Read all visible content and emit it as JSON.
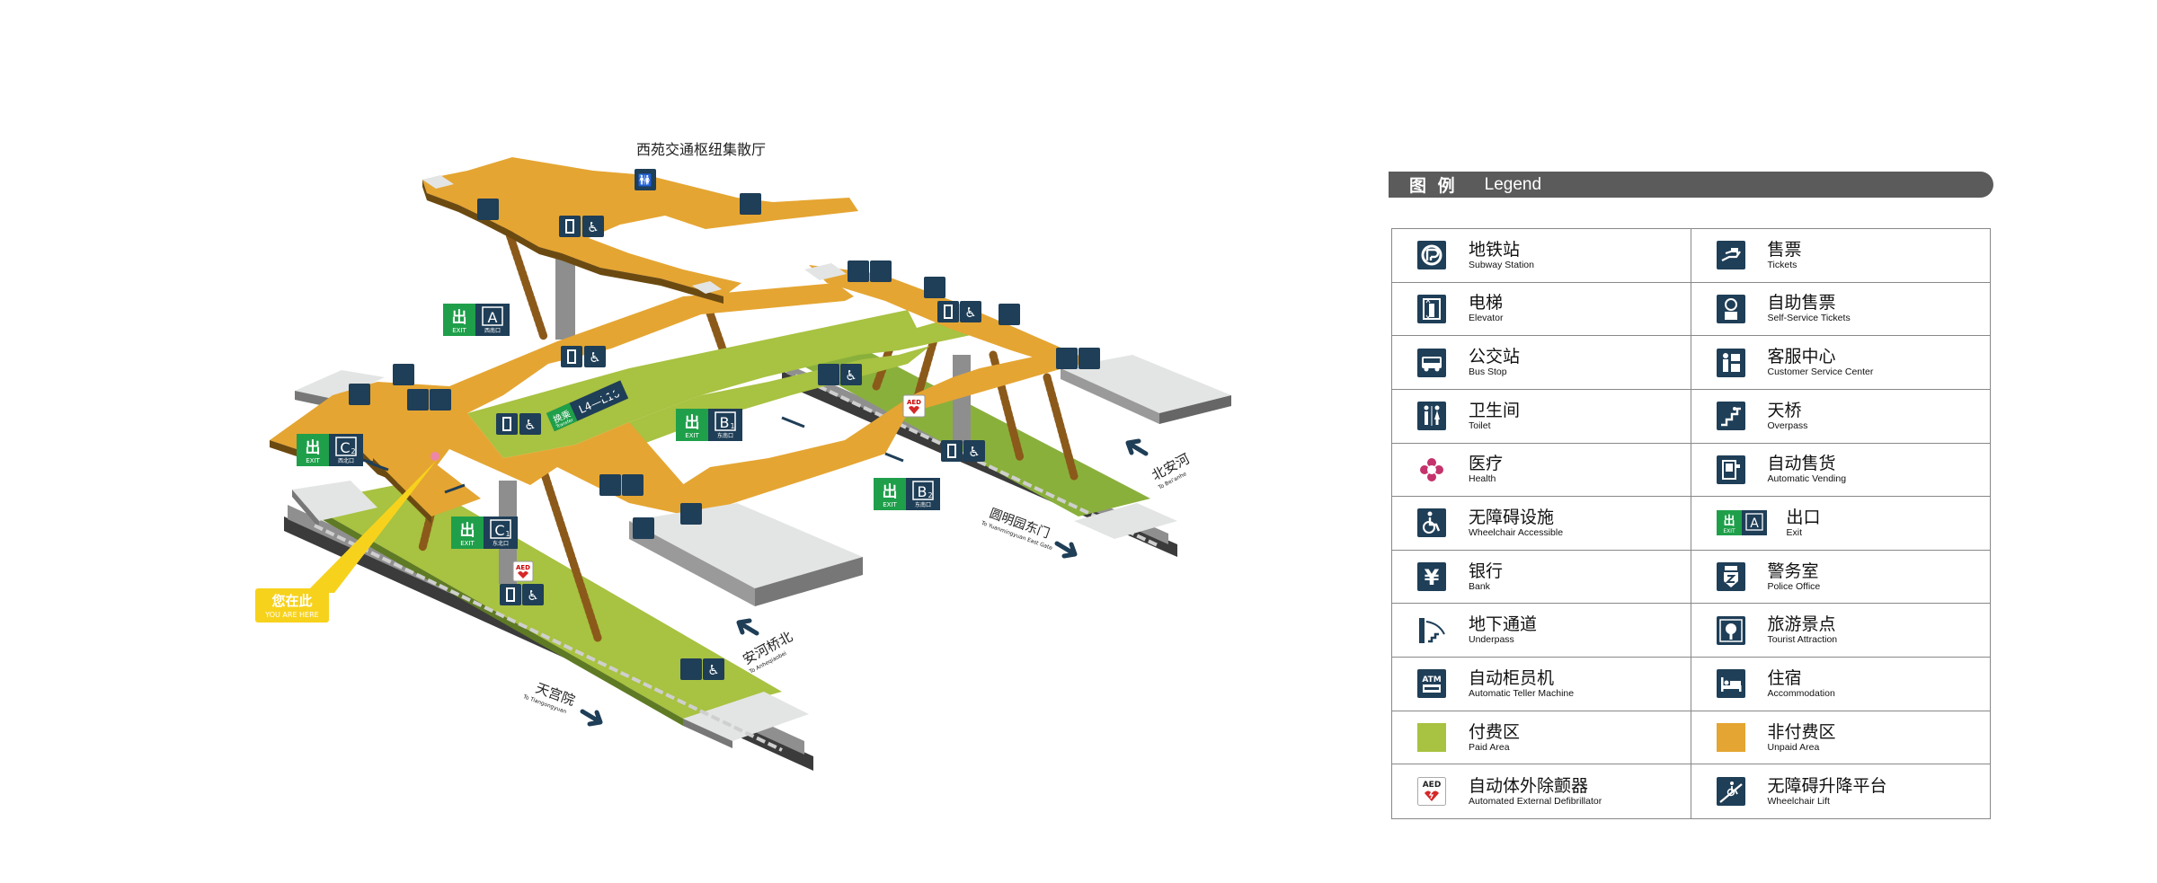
{
  "colors": {
    "unpaid": "#e5a532",
    "paid": "#a8c241",
    "platform": "#e3e5e4",
    "dark": "#1f3e57",
    "exit_green": "#1f9f4a",
    "you_are_here": "#f7d21c",
    "legend_bar": "#5b5b5b"
  },
  "map": {
    "hall_title": "西苑交通枢纽集散厅",
    "exits": {
      "A": {
        "zh": "出",
        "en": "EXIT",
        "letter": "A",
        "sub": "西南口"
      },
      "B1": {
        "zh": "出",
        "en": "EXIT",
        "letter": "B",
        "num": "1",
        "sub": "东南口"
      },
      "B2": {
        "zh": "出",
        "en": "EXIT",
        "letter": "B",
        "num": "2",
        "sub": "东南口"
      },
      "C1": {
        "zh": "出",
        "en": "EXIT",
        "letter": "C",
        "num": "1",
        "sub": "东北口"
      },
      "C2": {
        "zh": "出",
        "en": "EXIT",
        "letter": "C",
        "num": "2",
        "sub": "西北口"
      }
    },
    "transfer": {
      "zh": "换乘",
      "en": "Transfer",
      "lines": "L4—L16"
    },
    "you_are_here": {
      "zh": "您在此",
      "en": "YOU ARE HERE"
    },
    "aed": "AED",
    "directions": {
      "beianhe": {
        "zh": "北安河",
        "en": "To Bei'anhe"
      },
      "yuanmingyuan": {
        "zh": "圆明园东门",
        "en": "To Yuanmingyuan East Gate"
      },
      "anheqiaobei": {
        "zh": "安河桥北",
        "en": "To Anheqiaobei"
      },
      "tiangongyuan": {
        "zh": "天宫院",
        "en": "To Tiangongyuan"
      }
    }
  },
  "legend": {
    "title_zh": "图 例",
    "title_en": "Legend",
    "items": [
      {
        "zh": "地铁站",
        "en": "Subway Station",
        "icon": "subway-icon"
      },
      {
        "zh": "售票",
        "en": "Tickets",
        "icon": "tickets-icon"
      },
      {
        "zh": "电梯",
        "en": "Elevator",
        "icon": "elevator-icon"
      },
      {
        "zh": "自助售票",
        "en": "Self-Service Tickets",
        "icon": "self-service-tickets-icon"
      },
      {
        "zh": "公交站",
        "en": "Bus Stop",
        "icon": "bus-icon"
      },
      {
        "zh": "客服中心",
        "en": "Customer Service Center",
        "icon": "customer-service-icon"
      },
      {
        "zh": "卫生间",
        "en": "Toilet",
        "icon": "toilet-icon"
      },
      {
        "zh": "天桥",
        "en": "Overpass",
        "icon": "overpass-icon"
      },
      {
        "zh": "医疗",
        "en": "Health",
        "icon": "health-icon"
      },
      {
        "zh": "自动售货",
        "en": "Automatic Vending",
        "icon": "vending-icon"
      },
      {
        "zh": "无障碍设施",
        "en": "Wheelchair Accessible",
        "icon": "wheelchair-icon"
      },
      {
        "zh": "出口",
        "en": "Exit",
        "icon": "exit-icon",
        "exit_zh": "出",
        "exit_en": "EXIT",
        "exit_letter": "A"
      },
      {
        "zh": "银行",
        "en": "Bank",
        "icon": "bank-icon",
        "glyph": "¥"
      },
      {
        "zh": "警务室",
        "en": "Police Office",
        "icon": "police-icon"
      },
      {
        "zh": "地下通道",
        "en": "Underpass",
        "icon": "underpass-icon"
      },
      {
        "zh": "旅游景点",
        "en": "Tourist Attraction",
        "icon": "tourist-icon"
      },
      {
        "zh": "自动柜员机",
        "en": "Automatic Teller Machine",
        "icon": "atm-icon",
        "glyph": "ATM"
      },
      {
        "zh": "住宿",
        "en": "Accommodation",
        "icon": "accommodation-icon"
      },
      {
        "zh": "付费区",
        "en": "Paid Area",
        "icon": "paid-area-swatch"
      },
      {
        "zh": "非付费区",
        "en": "Unpaid Area",
        "icon": "unpaid-area-swatch"
      },
      {
        "zh": "自动体外除颤器",
        "en": "Automated External Defibrillator",
        "icon": "aed-icon",
        "glyph": "AED"
      },
      {
        "zh": "无障碍升降平台",
        "en": "Wheelchair Lift",
        "icon": "wheelchair-lift-icon"
      }
    ]
  }
}
